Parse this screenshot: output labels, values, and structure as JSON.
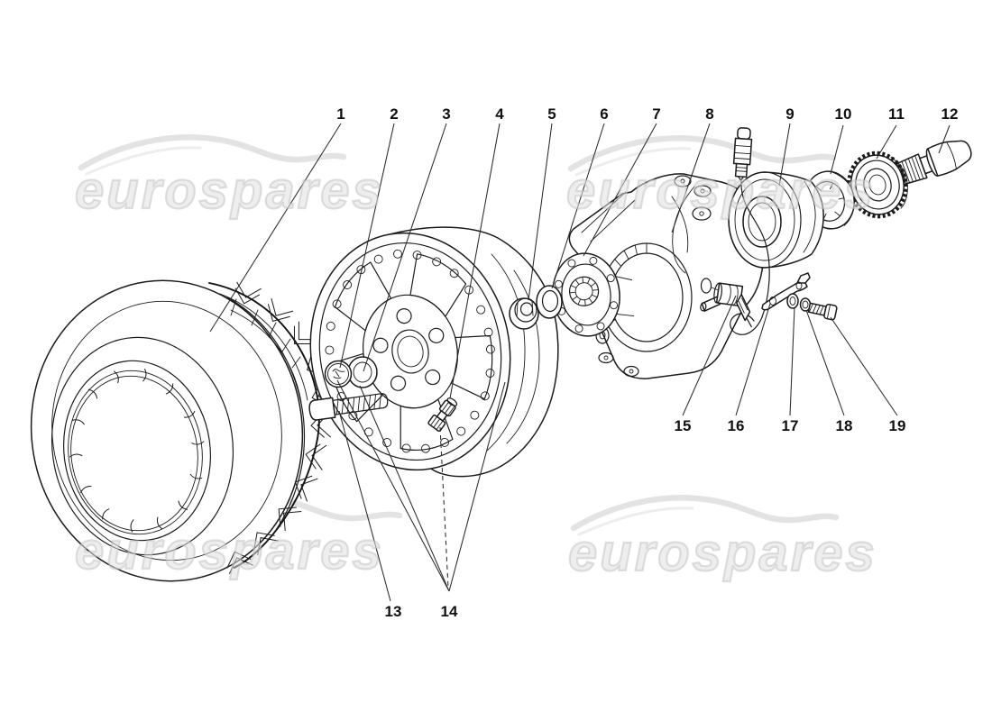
{
  "page": {
    "background": "#ffffff"
  },
  "watermark": {
    "text": "eurospares",
    "color": "#dcdcdc",
    "instances": [
      "top-left",
      "top-right",
      "bottom-left",
      "bottom-right"
    ]
  },
  "diagram": {
    "type": "exploded-parts-drawing",
    "subject": "wheel, tyre and hub carrier assembly",
    "line_color": "#1b1b1b",
    "callouts": {
      "top": [
        "1",
        "2",
        "3",
        "4",
        "5",
        "6",
        "7",
        "8",
        "9",
        "10",
        "11",
        "12"
      ],
      "middle": [
        "15",
        "16",
        "17",
        "18",
        "19"
      ],
      "bottom": [
        "13",
        "14"
      ]
    }
  }
}
